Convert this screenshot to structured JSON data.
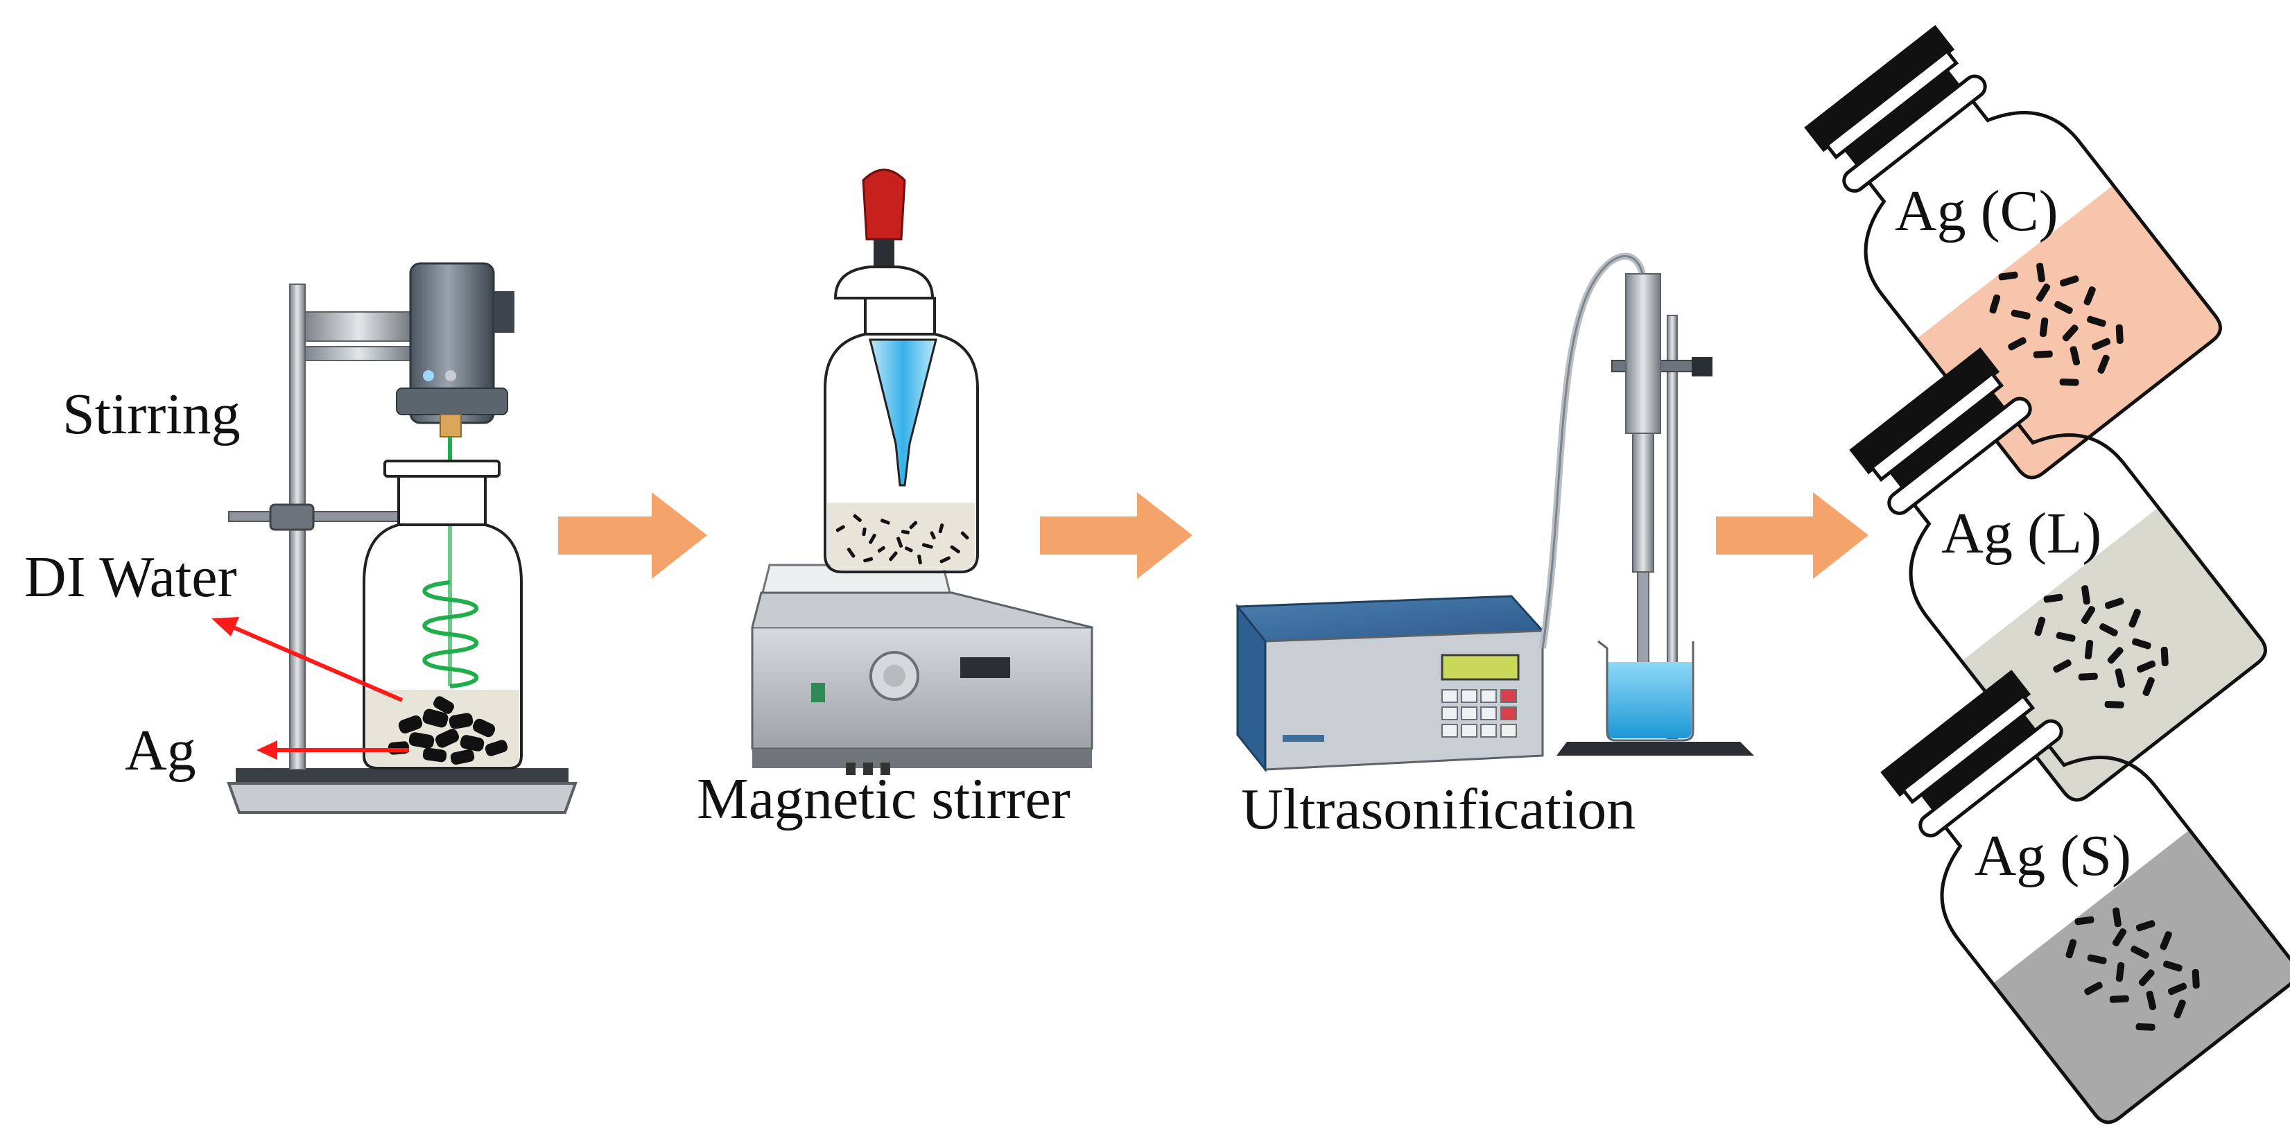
{
  "labels": {
    "stirring": "Stirring",
    "di_water": "DI Water",
    "ag": "Ag",
    "magnetic_stirrer": "Magnetic stirrer",
    "ultrasonification": "Ultrasonification"
  },
  "vials": [
    {
      "label": "Ag (C)",
      "fill_color": "#f7c4ac"
    },
    {
      "label": "Ag (L)",
      "fill_color": "#d9d8cf"
    },
    {
      "label": "Ag (S)",
      "fill_color": "#a9a9a9"
    }
  ],
  "colors": {
    "flow_arrow": "#f4a36b",
    "pointer_arrow": "#ff1a1a",
    "coil": "#1fae4b",
    "dropper_bulb": "#c8201c",
    "liquid_blue": "#3fb6ea",
    "particles": "#111111"
  }
}
